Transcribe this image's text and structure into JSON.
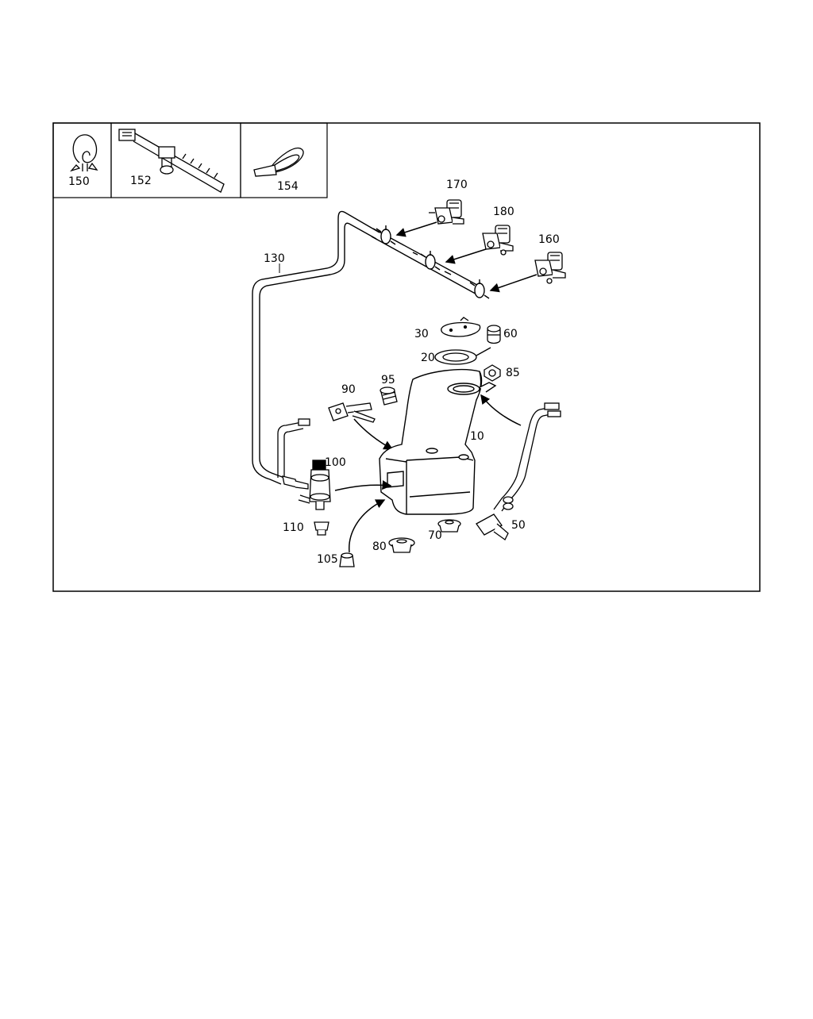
{
  "inset_labels": {
    "clip": "150",
    "strap_tie": "152",
    "loop_tie": "154"
  },
  "callouts": {
    "hose": "130",
    "nozzle_170": "170",
    "nozzle_180": "180",
    "nozzle_160": "160",
    "cap": "30",
    "grommet_60": "60",
    "seal": "20",
    "nut": "85",
    "sensor": "90",
    "grommet_95": "95",
    "reservoir": "10",
    "pump": "100",
    "plug_110": "110",
    "plug_105": "105",
    "plug_80": "80",
    "plug_70": "70",
    "filler_pipe": "50"
  }
}
